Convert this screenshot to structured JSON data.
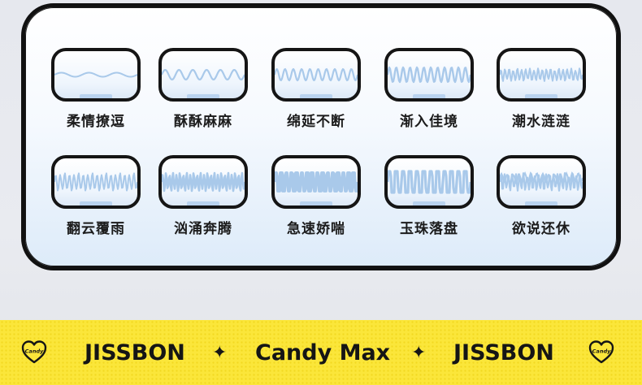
{
  "modes": [
    {
      "label": "柔情撩逗"
    },
    {
      "label": "酥酥麻麻"
    },
    {
      "label": "绵延不断"
    },
    {
      "label": "渐入佳境"
    },
    {
      "label": "潮水涟涟"
    },
    {
      "label": "翻云覆雨"
    },
    {
      "label": "汹涌奔腾"
    },
    {
      "label": "急速娇喘"
    },
    {
      "label": "玉珠落盘"
    },
    {
      "label": "欲说还休"
    }
  ],
  "strip": {
    "brand_left": "JISSBON",
    "brand_center": "Candy Max",
    "brand_right": "JISSBON",
    "badge_text": "Candy"
  },
  "colors": {
    "wave": "#a9c9ea",
    "strip": "#fbe63a",
    "outline": "#151515"
  }
}
